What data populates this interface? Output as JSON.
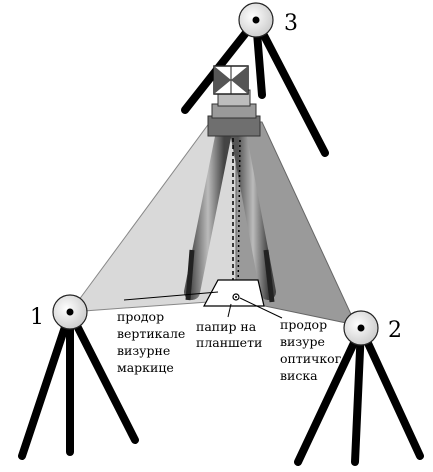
{
  "figure": {
    "stations": [
      {
        "number": "1"
      },
      {
        "number": "2"
      },
      {
        "number": "3"
      }
    ],
    "annotations": {
      "vertical_mark_piercing": [
        "продор",
        "вертикале",
        "визурне",
        "маркице"
      ],
      "paper_on_board": [
        "папир на",
        "планшети"
      ],
      "optical_plummet_piercing": [
        "продор",
        "визуре",
        "оптичког",
        "виска"
      ]
    },
    "colors": {
      "light_fan": "#d9d9d9",
      "dark_fan": "#9a9a9a",
      "ink": "#000000",
      "instrument": "#7a7a7a"
    }
  }
}
